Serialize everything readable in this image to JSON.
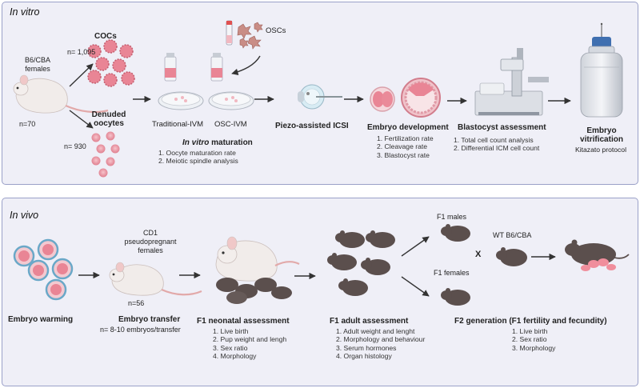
{
  "in_vitro": {
    "title": "In vitro",
    "source": {
      "label": "B6/CBA\nfemales",
      "n": "n=70"
    },
    "cocs": {
      "label": "COCs",
      "n": "n= 1,095"
    },
    "denuded": {
      "label": "Denuded\noocytes",
      "n": "n= 930"
    },
    "oscs": {
      "label": "OSCs"
    },
    "traditional_ivm": "Traditional-IVM",
    "osc_ivm": "OSC-IVM",
    "maturation": {
      "title_italic": "In vitro",
      "title_rest": " maturation",
      "items": [
        "1. Oocyte maturation rate",
        "2. Meiotic spindle analysis"
      ]
    },
    "icsi": {
      "label": "Piezo-assisted ICSI"
    },
    "embryo_development": {
      "title": "Embryo development",
      "items": [
        "1. Fertilization rate",
        "2. Cleavage rate",
        "3. Blastocyst rate"
      ]
    },
    "blastocyst": {
      "title": "Blastocyst assessment",
      "items": [
        "1. Total cell count analysis",
        "2. Differential ICM cell count"
      ]
    },
    "vitrification": {
      "title": "Embryo\nvitrification",
      "sub": "Kitazato protocol"
    }
  },
  "in_vivo": {
    "title": "In vivo",
    "warming": {
      "label": "Embryo warming"
    },
    "transfer": {
      "recipient": "CD1\npseudopregnant\nfemales",
      "n": "n=56",
      "title": "Embryo transfer",
      "sub": "n= 8-10 embryos/transfer"
    },
    "neonatal": {
      "title": "F1 neonatal assessment",
      "items": [
        "1. Live birth",
        "2. Pup weight and lengh",
        "3. Sex ratio",
        "4. Morphology"
      ]
    },
    "adult": {
      "title": "F1 adult assessment",
      "items": [
        "1. Adult weight and lenght",
        "2. Morphology and behaviour",
        "3. Serum hormones",
        "4. Organ histology"
      ]
    },
    "f1_males": "F1 males",
    "f1_females": "F1 females",
    "cross": "X",
    "wt": "WT B6/CBA",
    "f2": {
      "title": "F2 generation (F1 fertility and fecundity)",
      "items": [
        "1. Live birth",
        "2. Sex ratio",
        "3. Morphology"
      ]
    }
  },
  "colors": {
    "panel_fill": "#efeff7",
    "panel_border": "#9aa0c8",
    "oocyte_pink": "#e98595",
    "mouse_white": "#f1ecea",
    "mouse_dark": "#5b4f4d",
    "arrow": "#333333"
  }
}
